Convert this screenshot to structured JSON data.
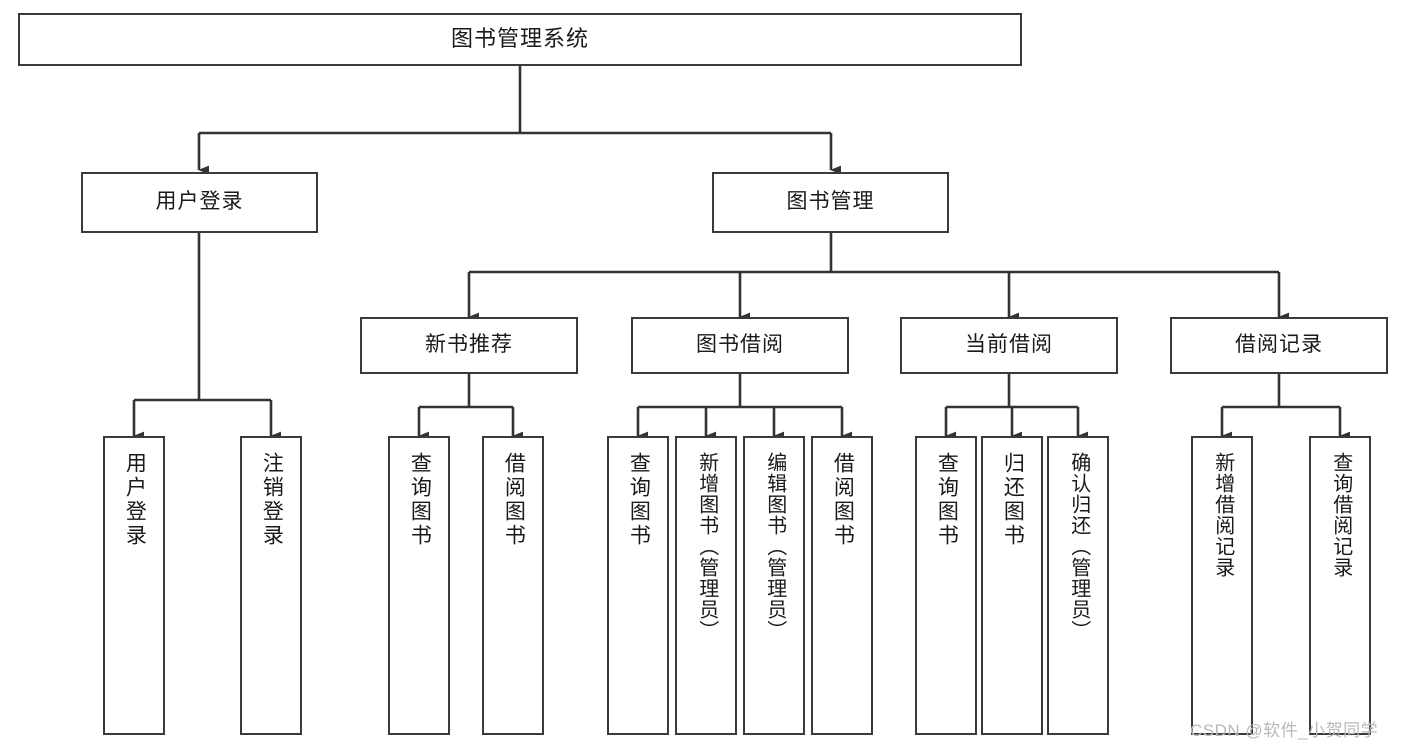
{
  "diagram": {
    "title": "图书管理系统",
    "type": "hierarchy-tree",
    "orientation": "top-down",
    "levels": 4,
    "colors": {
      "background": "#ffffff",
      "box_border": "#3a3a3a",
      "box_fill": "#ffffff",
      "connector": "#333333",
      "text": "#1a1a1a",
      "watermark": "#b9b9b9"
    }
  },
  "root": {
    "label": "图书管理系统"
  },
  "level2": [
    {
      "label": "用户登录"
    },
    {
      "label": "图书管理"
    }
  ],
  "level3": [
    {
      "label": "新书推荐"
    },
    {
      "label": "图书借阅"
    },
    {
      "label": "当前借阅"
    },
    {
      "label": "借阅记录"
    }
  ],
  "leaves": {
    "user_login": [
      {
        "label": "用户登录"
      },
      {
        "label": "注销登录"
      }
    ],
    "new_book_recommend": [
      {
        "label": "查询图书"
      },
      {
        "label": "借阅图书"
      }
    ],
    "book_borrow": [
      {
        "label": "查询图书"
      },
      {
        "label": "新增图书（管理员）"
      },
      {
        "label": "编辑图书（管理员）"
      },
      {
        "label": "借阅图书"
      }
    ],
    "current_borrow": [
      {
        "label": "查询图书"
      },
      {
        "label": "归还图书"
      },
      {
        "label": "确认归还（管理员）"
      }
    ],
    "borrow_record": [
      {
        "label": "新增借阅记录"
      },
      {
        "label": "查询借阅记录"
      }
    ]
  },
  "watermark": {
    "text": "CSDN @软件_小贺同学"
  }
}
